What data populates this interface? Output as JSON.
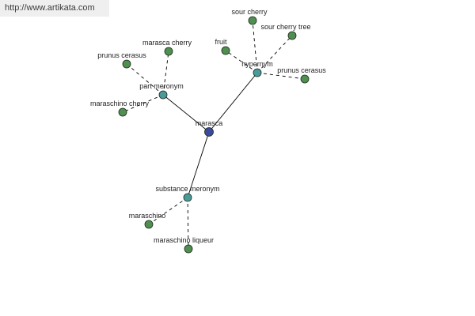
{
  "watermark": "http://www.artikata.com",
  "colors": {
    "center": "#3b4a9a",
    "relation": "#4a9a9a",
    "leaf": "#4f8f4f"
  },
  "graph": {
    "center": "marasca",
    "relations": [
      {
        "id": "part-meronym",
        "label": "part meronym",
        "leaves": [
          "prunus cerasus",
          "marasca cherry",
          "maraschino cherry"
        ]
      },
      {
        "id": "hypernym",
        "label": "hypernym",
        "leaves": [
          "sour cherry",
          "sour cherry tree",
          "fruit",
          "prunus cerasus"
        ]
      },
      {
        "id": "substance-meronym",
        "label": "substance meronym",
        "leaves": [
          "maraschino",
          "maraschino liqueur"
        ]
      }
    ]
  }
}
